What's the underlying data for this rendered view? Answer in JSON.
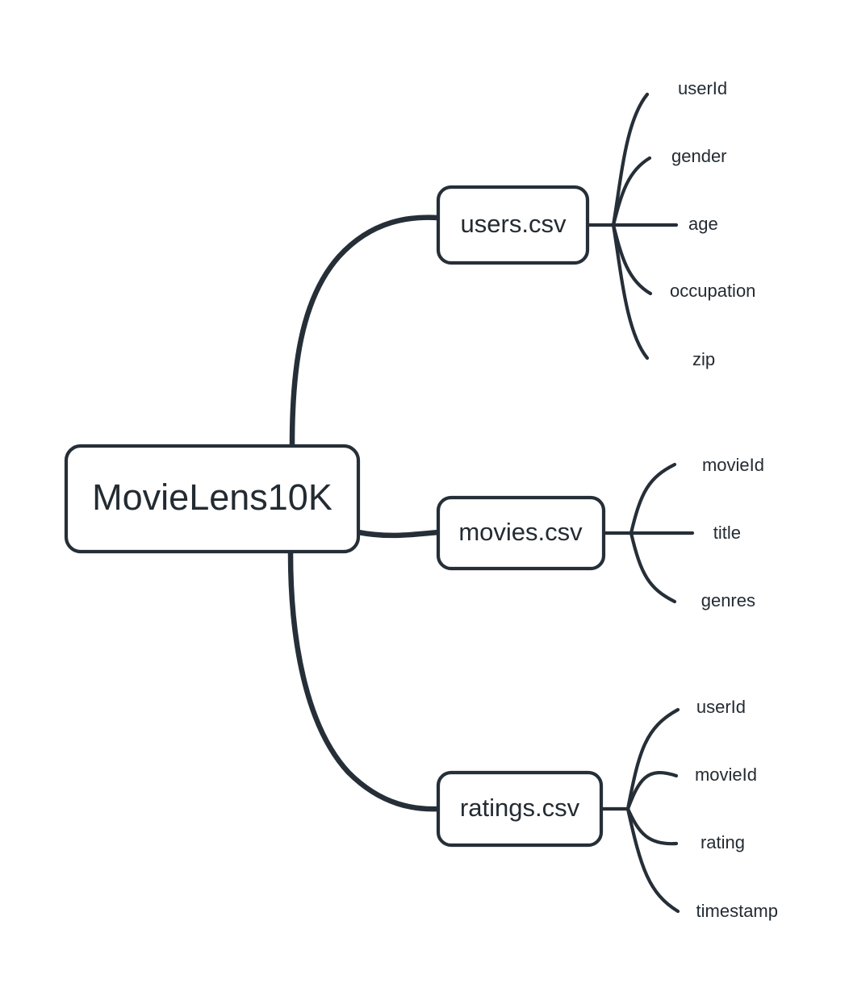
{
  "diagram": {
    "type": "mindmap",
    "title": "MovieLens10K dataset schema mindmap",
    "background_color": "#ffffff",
    "stroke_color": "#262f38",
    "text_color": "#232b32",
    "node_fill": "#ffffff"
  },
  "root": {
    "label": "MovieLens10K"
  },
  "branches": [
    {
      "id": "users",
      "label": "users.csv",
      "leaves": [
        {
          "label": "userId"
        },
        {
          "label": "gender"
        },
        {
          "label": "age"
        },
        {
          "label": "occupation"
        },
        {
          "label": "zip"
        }
      ]
    },
    {
      "id": "movies",
      "label": "movies.csv",
      "leaves": [
        {
          "label": "movieId"
        },
        {
          "label": "title"
        },
        {
          "label": "genres"
        }
      ]
    },
    {
      "id": "ratings",
      "label": "ratings.csv",
      "leaves": [
        {
          "label": "userId"
        },
        {
          "label": "movieId"
        },
        {
          "label": "rating"
        },
        {
          "label": "timestamp"
        }
      ]
    }
  ]
}
